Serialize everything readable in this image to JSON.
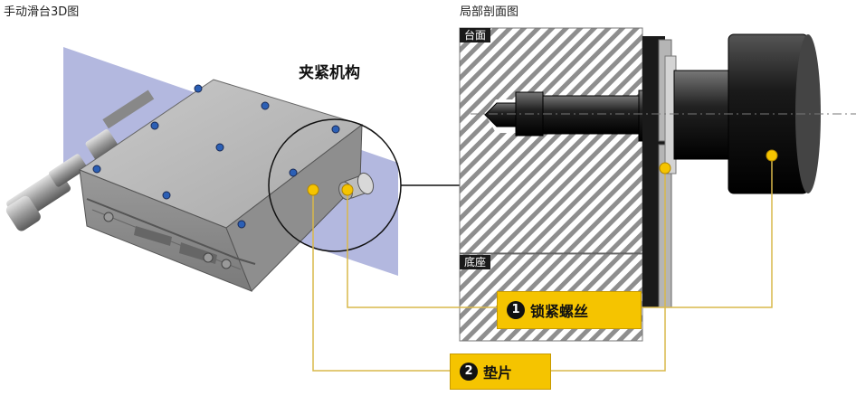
{
  "titles": {
    "left": "手动滑台3D图",
    "right": "局部剖面图"
  },
  "callout_label": "夹紧机构",
  "section_tags": {
    "top": "台面",
    "base": "底座"
  },
  "parts": [
    {
      "number": "1",
      "label": "锁紧螺丝"
    },
    {
      "number": "2",
      "label": "垫片"
    }
  ],
  "colors": {
    "accent_yellow": "#f5c400",
    "leader_line": "#d9b84a",
    "plane_tint": "#9aa0d4",
    "hatch": "#9a9a9a"
  }
}
